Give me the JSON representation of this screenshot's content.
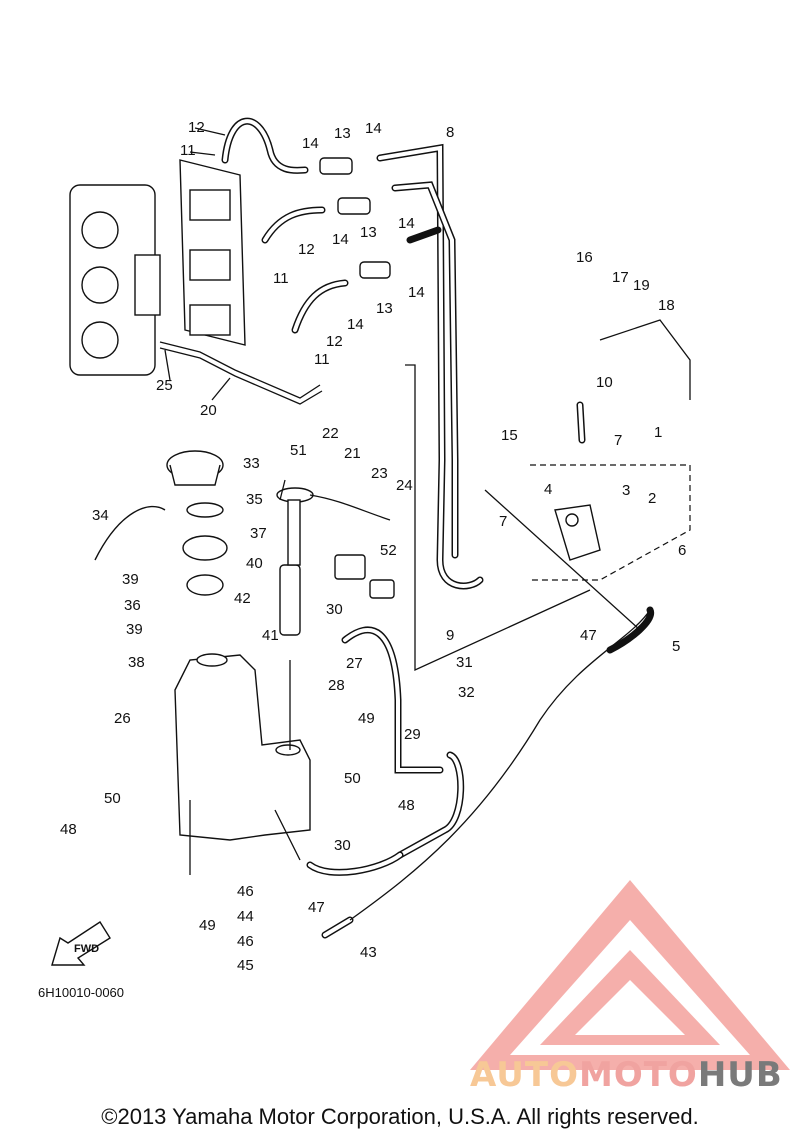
{
  "diagram": {
    "part_code": "6H10010-0060",
    "fwd_label": "FWD",
    "callouts": [
      "1",
      "2",
      "3",
      "4",
      "5",
      "6",
      "7",
      "8",
      "9",
      "10",
      "11",
      "12",
      "13",
      "14",
      "15",
      "16",
      "17",
      "18",
      "19",
      "20",
      "21",
      "22",
      "23",
      "24",
      "25",
      "26",
      "27",
      "28",
      "29",
      "30",
      "31",
      "32",
      "33",
      "34",
      "35",
      "36",
      "37",
      "38",
      "39",
      "40",
      "41",
      "42",
      "43",
      "44",
      "45",
      "46",
      "47",
      "48",
      "49",
      "50",
      "51",
      "52"
    ]
  },
  "footer": {
    "copyright": "©2013 Yamaha Motor Corporation, U.S.A. All rights reserved."
  },
  "watermark": {
    "brand_part1": "AUTO",
    "brand_part2": "MOTO",
    "brand_part3": "HUB",
    "colors": {
      "auto": "#f7c896",
      "moto": "#f0a3a0",
      "hub": "#7a7a7a",
      "triangle": "#f3a19c"
    }
  }
}
